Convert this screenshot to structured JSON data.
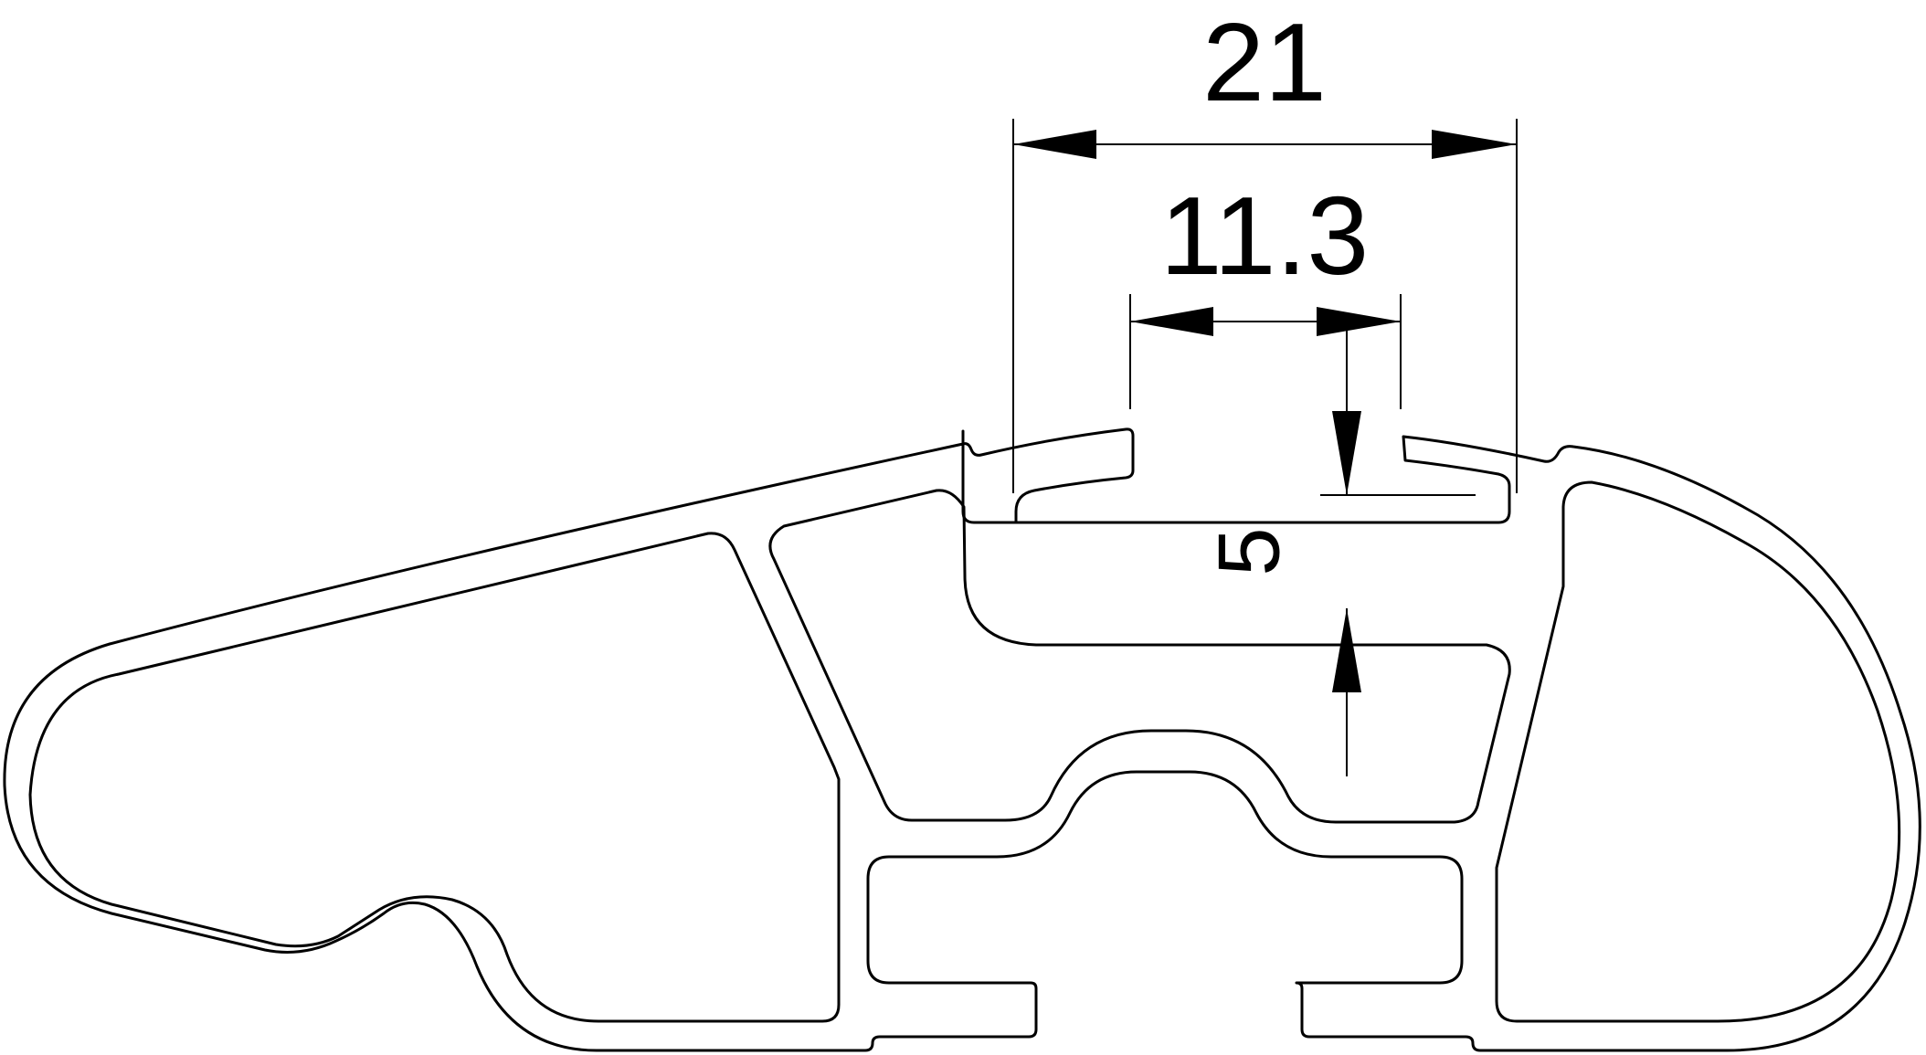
{
  "dimensions": {
    "overall_width": "21",
    "slot_opening": "11.3",
    "slot_depth": "5"
  },
  "colors": {
    "stroke": "#000000",
    "background": "#ffffff"
  }
}
